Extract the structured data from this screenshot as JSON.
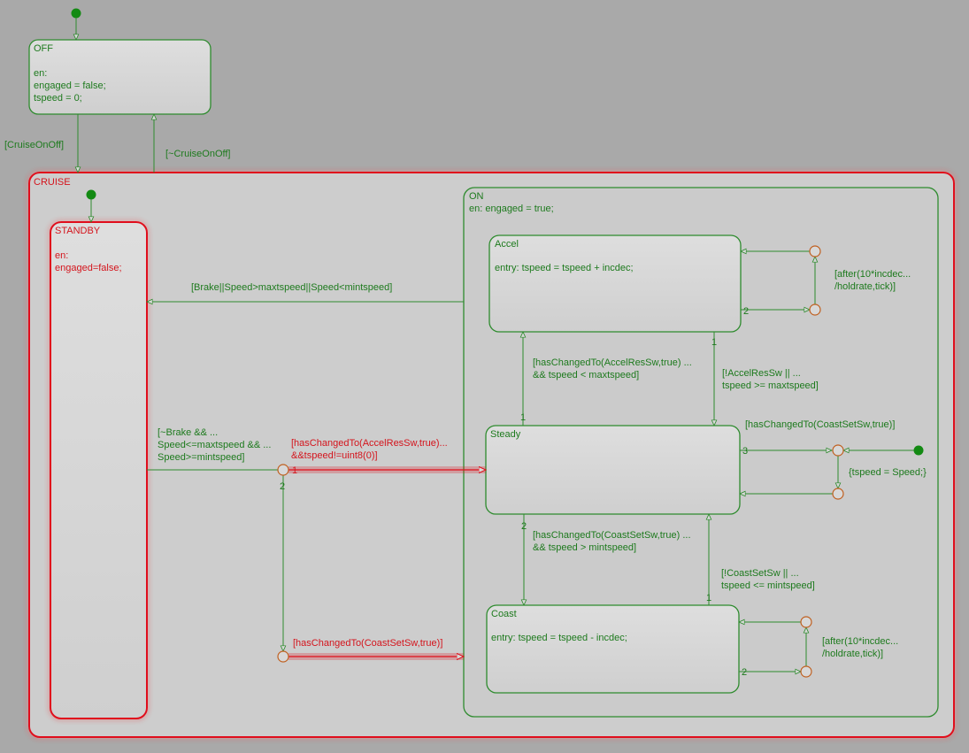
{
  "colors": {
    "background": "#a9a9a9",
    "state_fill": "#d4d4d4",
    "state_border": "#2e8b2e",
    "active_border": "#e0101a",
    "green_text": "#1d7a1d",
    "red_text": "#d4141c",
    "junction": "#c06020"
  },
  "states": {
    "off": {
      "name": "OFF",
      "lines": [
        "en:",
        "engaged = false;",
        "tspeed = 0;"
      ]
    },
    "cruise": {
      "name": "CRUISE"
    },
    "standby": {
      "name": "STANDBY",
      "lines": [
        "en:",
        "engaged=false;"
      ]
    },
    "on": {
      "name": "ON",
      "lines": [
        "en: engaged = true;"
      ]
    },
    "accel": {
      "name": "Accel",
      "lines": [
        "entry: tspeed = tspeed + incdec;"
      ]
    },
    "steady": {
      "name": "Steady"
    },
    "coast": {
      "name": "Coast",
      "lines": [
        "entry: tspeed = tspeed - incdec;"
      ]
    }
  },
  "transitions": {
    "off_to_cruise": "[CruiseOnOff]",
    "cruise_to_off": "[~CruiseOnOff]",
    "on_to_standby": "[Brake||Speed>maxtspeed||Speed<mintspeed]",
    "standby_exit": [
      "[~Brake && ...",
      "Speed<=maxtspeed && ...",
      "Speed>=mintspeed]"
    ],
    "junction_to_steady": [
      "[hasChangedTo(AccelResSw,true)...",
      "&&tspeed!=uint8(0)]"
    ],
    "junction_to_coast": "[hasChangedTo(CoastSetSw,true)]",
    "steady_to_accel": [
      "[hasChangedTo(AccelResSw,true) ...",
      "&& tspeed < maxtspeed]"
    ],
    "accel_to_steady": [
      "[!AccelResSw || ...",
      "tspeed >= maxtspeed]"
    ],
    "steady_to_coast": [
      "[hasChangedTo(CoastSetSw,true) ...",
      "&& tspeed > mintspeed]"
    ],
    "coast_to_steady": [
      "[!CoastSetSw || ...",
      "tspeed <= mintspeed]"
    ],
    "accel_loop": [
      "[after(10*incdec...",
      "/holdrate,tick)]"
    ],
    "coast_loop": [
      "[after(10*incdec...",
      "/holdrate,tick)]"
    ],
    "steady_loop_guard": "[hasChangedTo(CoastSetSw,true)]",
    "steady_loop_action": "{tspeed = Speed;}"
  },
  "priorities": {
    "junction_first": "1",
    "junction_second": "2",
    "accel_loop": "2",
    "accel_exit": "1",
    "steady_to_accel": "1",
    "steady_loop": "3",
    "steady_to_coast": "2",
    "coast_to_steady": "1",
    "coast_loop": "2"
  }
}
